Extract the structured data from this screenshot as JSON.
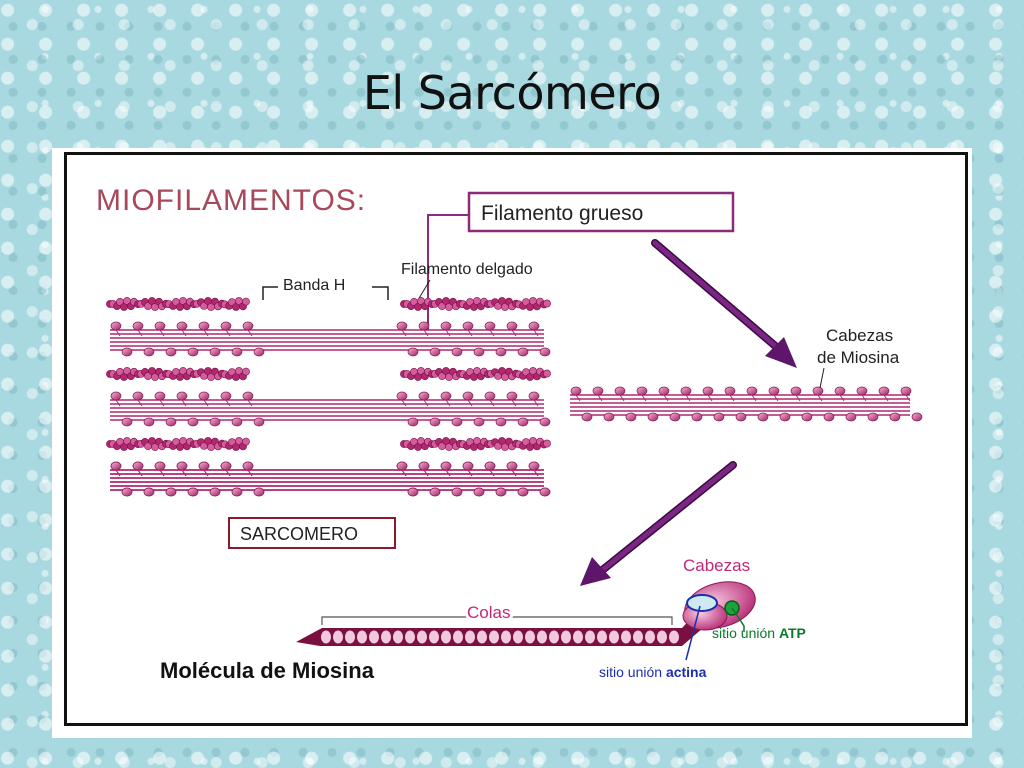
{
  "slide": {
    "title": "El Sarcómero"
  },
  "diagram": {
    "heading": "MIOFILAMENTOS:",
    "thick_filament_label": "Filamento grueso",
    "thin_filament_label": "Filamento delgado",
    "h_band_label": "Banda H",
    "sarcomere_label": "SARCOMERO",
    "myosin_heads_label_line1": "Cabezas",
    "myosin_heads_label_line2": "de Miosina",
    "heads_label": "Cabezas",
    "tails_label": "Colas",
    "atp_site_prefix": "sitio unión ",
    "atp_site_strong": "ATP",
    "actin_site_prefix": "sitio unión ",
    "actin_site_strong": "actina",
    "myosin_molecule_label": "Molécula de Miosina"
  },
  "colors": {
    "filament": "#b0286e",
    "filament_light": "#d45d9e",
    "arrow": "#6a1a78",
    "heading": "#a8485a",
    "atp_green": "#0b7a2a",
    "actin_blue": "#1b2fae",
    "heads_pink": "#c0287a"
  }
}
